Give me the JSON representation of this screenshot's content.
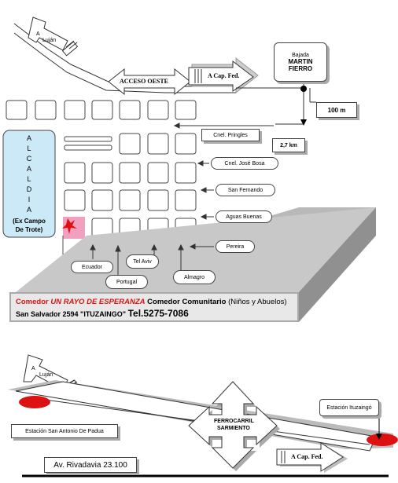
{
  "colors": {
    "accent_red": "#dd1111",
    "shadow_gray": "#b4b4b4",
    "alcaldia_fill": "#cbe9f7",
    "marker_pink": "#f2a0c0"
  },
  "top_map": {
    "lujan_label": "Luján",
    "lujan_a": "A",
    "acceso_oeste": "ACCESO OESTE",
    "a_cap_fed": "A Cap. Fed.",
    "bajada": "Bajada",
    "martin_fierro": "MARTIN FIERRO",
    "distance_100": "100 m",
    "distance_27": "2,7 km",
    "alcaldia_letters": [
      "A",
      "L",
      "C",
      "A",
      "L",
      "D",
      "I",
      "A"
    ],
    "alcaldia_sub1": "(Ex Campo",
    "alcaldia_sub2": "De Trote)",
    "streets": {
      "pringles": "Cnel. Pringles",
      "jose_bosa": "Cnel. José Bosa",
      "san_fernando": "San Fernando",
      "aguas_buenas": "Aguas Buenas",
      "pereira": "Pereira",
      "ecuador": "Ecuador",
      "portugal": "Portugal",
      "tel_aviv": "Tel Aviv",
      "almagro": "Almagro"
    },
    "comedor_name_prefix": "Comedor ",
    "comedor_name_italic": "UN RAYO DE ESPERANZA",
    "comedor_desc": " Comedor Comunitario ",
    "comedor_paren": "(Niños y Abuelos)",
    "address": "San Salvador 2594  \"ITUZAINGO\" ",
    "phone": "Tel.5275-7086"
  },
  "bottom_map": {
    "lujan_label": "Luján",
    "lujan_a": "A",
    "ferrocarril": "FERROCARRIL",
    "sarmiento": "SARMIENTO",
    "estacion_ituzaingo": "Estación Ituzaingó",
    "estacion_padua": "Estación San Antonio De Padua",
    "av_rivadavia": "Av. Rivadavia  23.100",
    "a_cap_fed": "A Cap. Fed."
  }
}
